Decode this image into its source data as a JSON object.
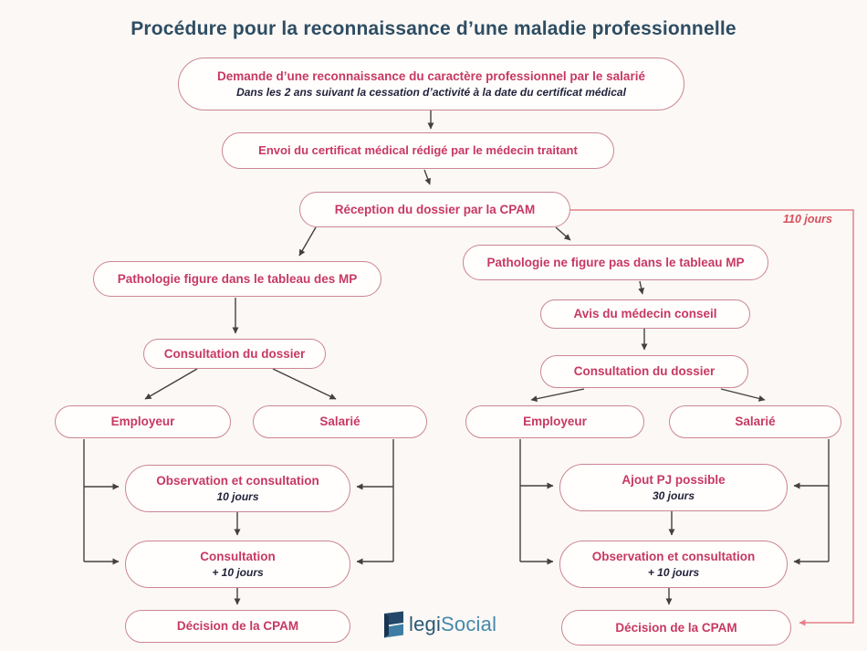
{
  "title": "Procédure pour la reconnaissance d’une maladie professionnelle",
  "colors": {
    "bg": "#fbf8f5",
    "box_bg": "#fffefd",
    "box_border": "#cc8593",
    "accent_text": "#c73863",
    "dark_text": "#22223a",
    "title_color": "#2e4d63",
    "line_dark": "#454040",
    "line_pink": "#e5808a",
    "delay_text": "#d94f5c",
    "logo_dark": "#2b5876",
    "logo_light": "#4688ad"
  },
  "nodes": {
    "demande": {
      "label": "Demande d’une reconnaissance du caractère professionnel par le salarié",
      "sublabel": "Dans les 2 ans suivant la cessation d’activité à la date du certificat médical"
    },
    "envoi": {
      "label": "Envoi du certificat médical  rédigé par le médecin traitant"
    },
    "reception": {
      "label": "Réception du dossier par la CPAM"
    },
    "patho_tableau": {
      "label": "Pathologie figure dans le tableau des MP"
    },
    "patho_hors_tableau": {
      "label": "Pathologie ne figure pas dans le tableau MP"
    },
    "avis_medecin": {
      "label": "Avis du médecin conseil"
    },
    "consultation_dossier_left": {
      "label": "Consultation du dossier"
    },
    "consultation_dossier_right": {
      "label": "Consultation du dossier"
    },
    "employeur_left": {
      "label": "Employeur"
    },
    "salarie_left": {
      "label": "Salarié"
    },
    "employeur_right": {
      "label": "Employeur"
    },
    "salarie_right": {
      "label": "Salarié"
    },
    "observation_left": {
      "label": "Observation et consultation",
      "sublabel": "10 jours"
    },
    "consultation_left": {
      "label": "Consultation",
      "sublabel": "+ 10 jours"
    },
    "decision_left": {
      "label": "Décision de la CPAM"
    },
    "ajout_pj": {
      "label": "Ajout PJ possible",
      "sublabel": "30 jours"
    },
    "observation_right": {
      "label": "Observation et consultation",
      "sublabel": "+ 10 jours"
    },
    "decision_right": {
      "label": "Décision de la CPAM"
    }
  },
  "annotations": {
    "delay_110": "110 jours"
  },
  "logo": {
    "name": "legiSocial",
    "part1": "legi",
    "part2": "Social"
  }
}
